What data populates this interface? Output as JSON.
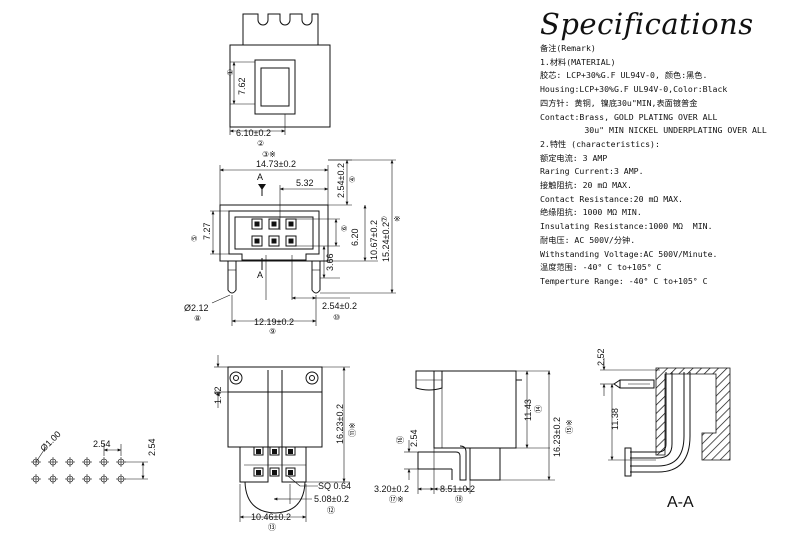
{
  "spec": {
    "title": "Specifications",
    "lines": [
      "备注(Remark)",
      "1.材料(MATERIAL)",
      "胶芯: LCP+30%G.F UL94V-0, 颜色:黑色.",
      "Housing:LCP+30%G.F UL94V-0,Color:Black",
      "四方针: 黄铜, 镍底30u\"MIN,表面镀普金",
      "Contact:Brass, GOLD PLATING OVER ALL",
      "         30u\" MIN NICKEL UNDERPLATING OVER ALL",
      "2.特性 (characteristics):",
      "额定电流: 3 AMP",
      "Raring Current:3 AMP.",
      "接触阻抗: 20 mΩ MAX.",
      "Contact Resistance:20 mΩ MAX.",
      "绝缘阻抗: 1000 MΩ MIN.",
      "Insulating Resistance:1000 MΩ  MIN.",
      "耐电压: AC 500V/分钟.",
      "Withstanding Voltage:AC 500V/Minute.",
      "温度范围: -40° C to+105° C",
      "Temperture Range: -40° C to+105° C"
    ]
  },
  "drawing": {
    "top_view": {
      "dim_762": "7.62",
      "mark_762": "①",
      "dim_610": "6.10±0.2",
      "mark_610": "②"
    },
    "front_view": {
      "mark_top": "③※",
      "dim_1473": "14.73±0.2",
      "dim_532": "5.32",
      "dim_254_top": "2.54±0.2",
      "mark_254_top": "④",
      "section_a_top": "A",
      "section_a_bottom": "A",
      "mark_727": "⑤",
      "dim_727": "7.27",
      "mark_620": "⑥",
      "dim_620": "6.20",
      "dim_366": "3.66",
      "dim_1067": "10.67±0.2",
      "mark_1067": "⑦",
      "dim_1524": "15.24±0.2",
      "mark_1524": "※",
      "dim_212": "Ø2.12",
      "mark_212": "⑧",
      "dim_254_bot": "2.54±0.2",
      "mark_254_bot": "⑩",
      "dim_1219": "12.19±0.2",
      "mark_1219": "⑨"
    },
    "pcb_layout": {
      "dim_hole": "Ø1.00",
      "dim_pitch_h": "2.54",
      "dim_pitch_v": "2.54"
    },
    "side_view": {
      "dim_142": "1.42",
      "dim_1623": "16.23±0.2",
      "mark_1623": "⑪※",
      "dim_sq": "SQ 0.64",
      "dim_508": "5.08±0.2",
      "mark_508": "⑫",
      "dim_1046": "10.46±0.2",
      "mark_1046": "⑬"
    },
    "right_view": {
      "dim_1143": "11.43",
      "mark_1143": "⑭",
      "dim_1623": "16.23±0.2",
      "mark_1623": "⑮※",
      "dim_254": "2.54",
      "mark_254": "⑯",
      "dim_320": "3.20±0.2",
      "mark_320": "⑰※",
      "dim_851": "8.51±0.2",
      "mark_851": "⑱"
    },
    "section_view": {
      "dim_252": "2.52",
      "dim_1138": "11.38",
      "label": "A-A"
    }
  }
}
